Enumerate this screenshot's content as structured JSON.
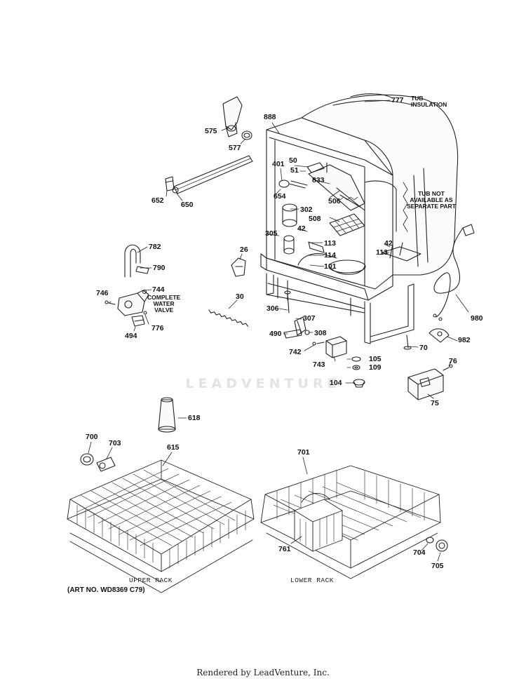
{
  "watermark": "LEADVENTURE",
  "footer": "Rendered by LeadVenture, Inc.",
  "art_no": "(ART NO. WD8369 C79)",
  "captions": {
    "upper_rack": "UPPER RACK",
    "lower_rack": "LOWER RACK"
  },
  "notes": {
    "tub_insulation": "TUB\nINSULATION",
    "tub_not_available": "TUB NOT\nAVAILABLE AS\nSEPARATE PART",
    "complete_water_valve": "COMPLETE\nWATER\nVALVE"
  },
  "callouts": {
    "c777": "777",
    "c888": "888",
    "c575": "575",
    "c577": "577",
    "c401": "401",
    "c50": "50",
    "c51": "51",
    "c833": "833",
    "c652": "652",
    "c650": "650",
    "c654": "654",
    "c506": "506",
    "c302": "302",
    "c508": "508",
    "c42a": "42",
    "c305": "305",
    "c113a": "113",
    "c42b": "42",
    "c113b": "113",
    "c26": "26",
    "c114": "114",
    "c101": "101",
    "c782": "782",
    "c790": "790",
    "c746": "746",
    "c744": "744",
    "c776": "776",
    "c494": "494",
    "c30": "30",
    "c306": "306",
    "c307": "307",
    "c490": "490",
    "c308": "308",
    "c742": "742",
    "c743": "743",
    "c105": "105",
    "c109": "109",
    "c104": "104",
    "c70": "70",
    "c980": "980",
    "c982": "982",
    "c76": "76",
    "c75": "75",
    "c618": "618",
    "c700": "700",
    "c703": "703",
    "c615": "615",
    "c701": "701",
    "c761": "761",
    "c704": "704",
    "c705": "705"
  }
}
